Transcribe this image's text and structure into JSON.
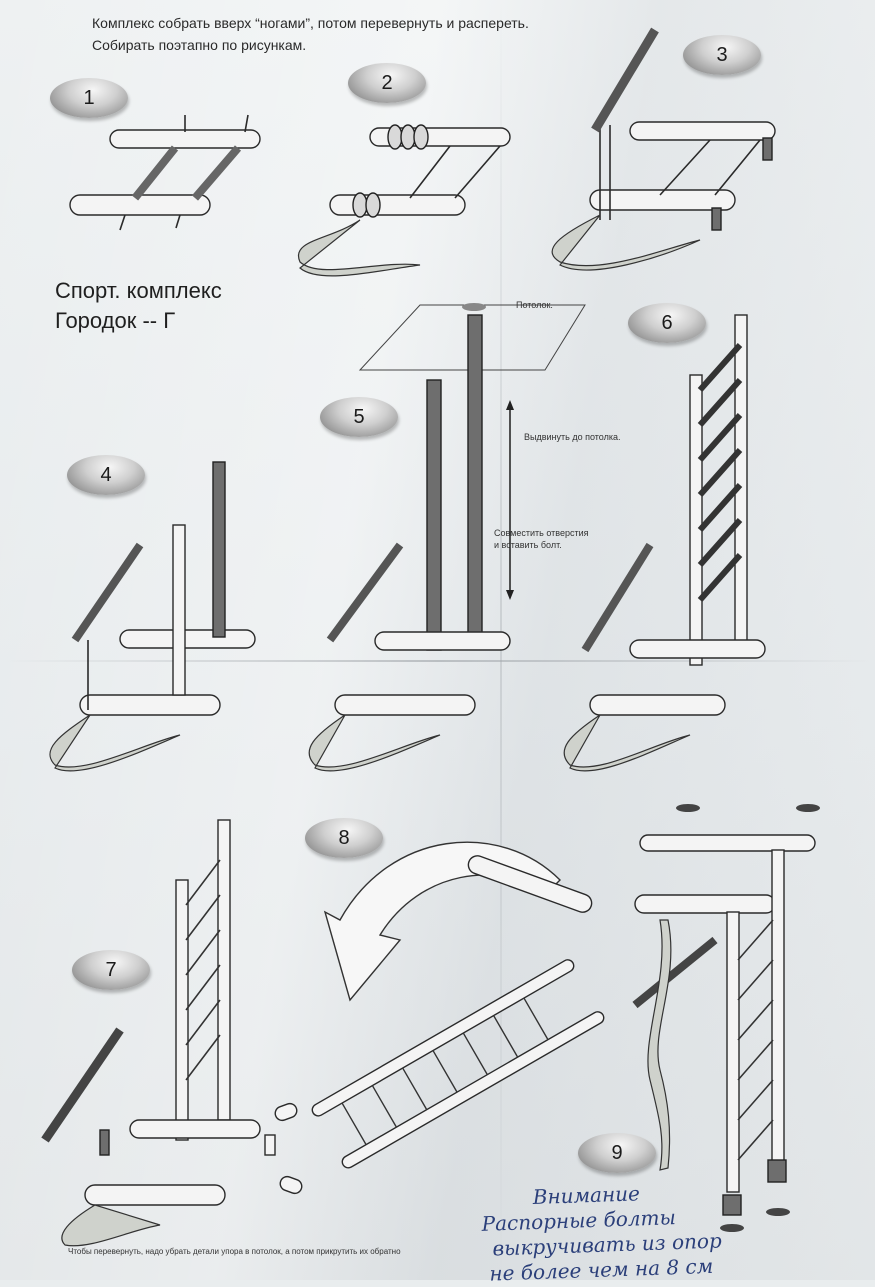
{
  "header": {
    "line1": "Комплекс собрать вверх “ногами”, потом перевернуть и распереть.",
    "line2": "Собирать поэтапно по рисункам."
  },
  "title": {
    "line1": "Спорт. комплекс",
    "line2": "Городок -- Г"
  },
  "steps": [
    {
      "label": "1"
    },
    {
      "label": "2"
    },
    {
      "label": "3"
    },
    {
      "label": "4"
    },
    {
      "label": "5"
    },
    {
      "label": "6"
    },
    {
      "label": "7"
    },
    {
      "label": "8"
    },
    {
      "label": "9"
    }
  ],
  "notes": {
    "ceiling": "Потолок.",
    "extend": "Выдвинуть до потолка.",
    "align_line1": "Совместить отверстия",
    "align_line2": "и вставить болт."
  },
  "footer": "Чтобы перевернуть, надо убрать детали упора в потолок, а потом прикрутить их обратно",
  "handwritten": {
    "line1": "Внимание",
    "line2": "Распорные болты",
    "line3": "выкручивать из опор",
    "line4": "не более чем на 8 см"
  },
  "colors": {
    "paper": "#e9edee",
    "ink": "#2a2a2a",
    "pen": "#2b3f7a"
  }
}
